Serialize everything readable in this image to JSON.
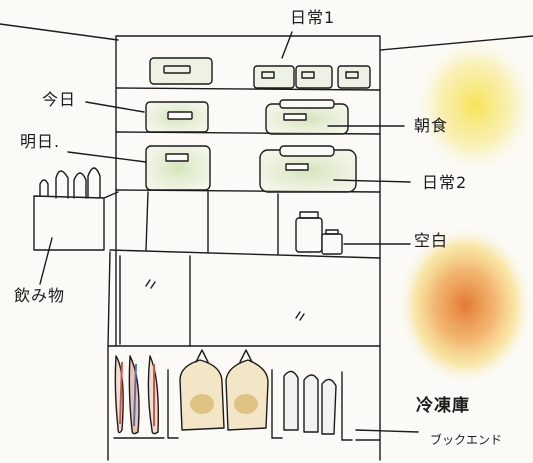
{
  "labels": {
    "daily1": "日常1",
    "today": "今日",
    "breakfast": "朝食",
    "tomorrow": "明日.",
    "daily2": "日常2",
    "blank": "空白",
    "drinks": "飲み物",
    "freezer": "冷凍庫",
    "bookend": "ブックエンド"
  },
  "colors": {
    "ink": "#1b1b1b",
    "box_tint": "#dfe9cf",
    "fridge_glow": "#f1d33a",
    "freezer_glow": "#e07a2a",
    "bread": "#d6b46a",
    "fish_red": "#c65a4a",
    "fish_blue": "#5a6fb0"
  }
}
